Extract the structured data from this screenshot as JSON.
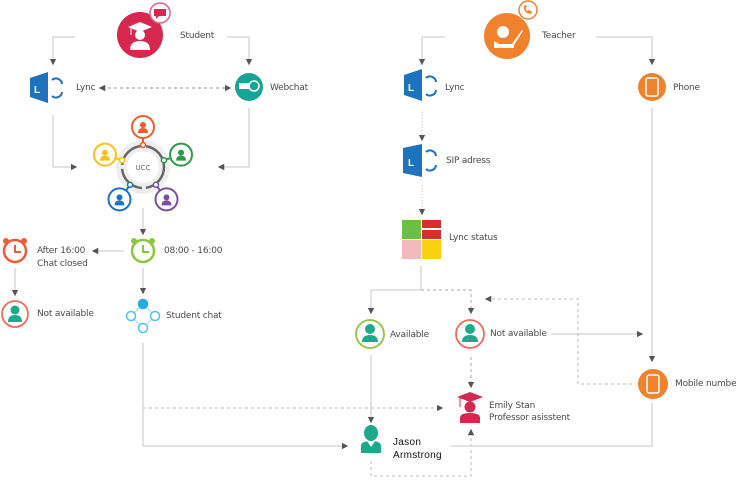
{
  "diagram": {
    "colors": {
      "student": "#d6284e",
      "teacher": "#f0812d",
      "lync_blue": "#1e73be",
      "webchat_teal": "#16a595",
      "person_teal": "#1aab8a",
      "clock_red": "#f05a3c",
      "clock_green": "#8cc63f",
      "chat_blue": "#29abe2",
      "available_ring": "#8cc63f",
      "not_available_ring": "#f26b5b",
      "line": "#cfcfcf",
      "arrow": "#555555",
      "ucc_ring": "#666666",
      "ucc_nodes": [
        "#f15a29",
        "#2e9a48",
        "#7a4fa0",
        "#1e73be",
        "#f7c31a"
      ],
      "status_cells": [
        "#6cbf45",
        "#d42e2e",
        "#f4b9bf",
        "#f5d10f"
      ]
    },
    "student_flow": {
      "student": {
        "label": "Student",
        "icon": "graduate-icon",
        "badge": "chat-bubble-icon"
      },
      "lync": {
        "label": "Lync",
        "icon": "lync-icon"
      },
      "webchat": {
        "label": "Webchat",
        "icon": "webchat-icon"
      },
      "ucc": {
        "label": "UCC",
        "node_count": 5
      },
      "hours_open": {
        "label": "08:00 - 16:00",
        "icon": "alarm-clock-icon"
      },
      "after_hours": {
        "label_line1": "After 16:00",
        "label_line2": "Chat closed",
        "icon": "alarm-clock-icon"
      },
      "not_available": {
        "label": "Not available",
        "icon": "person-icon"
      },
      "student_chat": {
        "label": "Student chat",
        "icon": "network-icon"
      }
    },
    "teacher_flow": {
      "teacher": {
        "label": "Teacher",
        "icon": "teacher-icon",
        "badge": "phone-icon"
      },
      "lync": {
        "label": "Lync",
        "icon": "lync-icon"
      },
      "phone": {
        "label": "Phone",
        "icon": "mobile-phone-icon"
      },
      "sip": {
        "label": "SIP adress",
        "icon": "lync-icon"
      },
      "lync_status": {
        "label": "Lync status",
        "icon": "status-grid-icon"
      },
      "available": {
        "label": "Available",
        "icon": "person-icon"
      },
      "not_available": {
        "label": "Not available",
        "icon": "person-icon"
      },
      "mobile_number": {
        "label": "Mobile number",
        "icon": "mobile-phone-icon"
      },
      "assistant": {
        "label_line1": "Emily Stan",
        "label_line2": "Professor asisstent",
        "icon": "graduate-icon"
      },
      "person": {
        "label_line1": "Jason",
        "label_line2": "Armstrong",
        "icon": "person-icon"
      }
    }
  }
}
